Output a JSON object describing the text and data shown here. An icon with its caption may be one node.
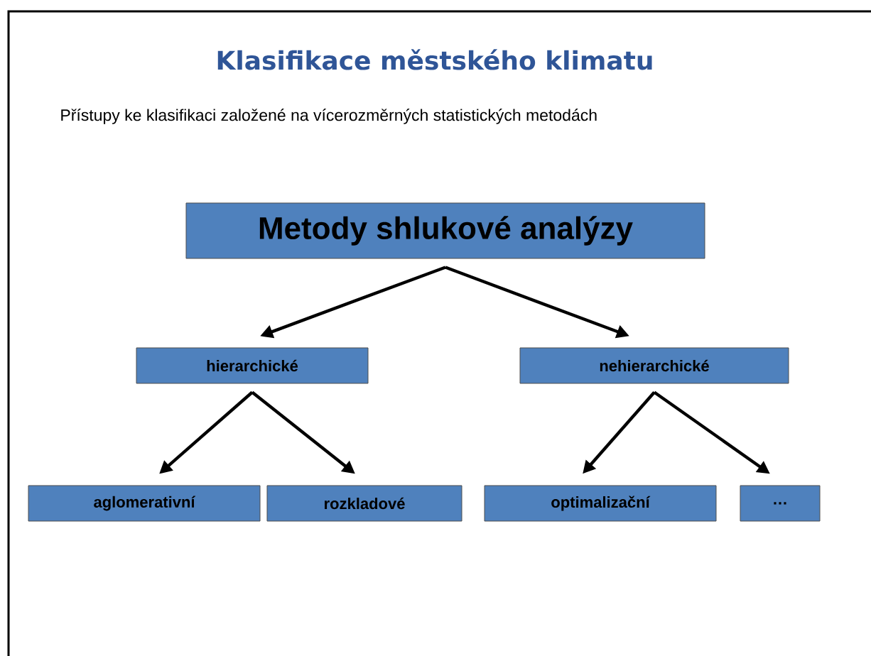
{
  "diagram": {
    "title": "Klasifikace městského klimatu",
    "nodes": [
      {
        "text": [
          "Metody shlukové analýzy"
        ]
      },
      {
        "text": [
          "hierarchické"
        ]
      },
      {
        "text": [
          "nehierarchické"
        ]
      },
      {
        "text": [
          "aglomerativní"
        ]
      },
      {
        "text": [
          "rozkladové"
        ]
      },
      {
        "text": [
          "optimalizační"
        ]
      },
      {
        "text": [
          "…"
        ]
      }
    ],
    "edges": [
      {
        "from": 0,
        "to": 1,
        "arrow": "to"
      },
      {
        "from": 0,
        "to": 2,
        "arrow": "to"
      },
      {
        "from": 1,
        "to": 3,
        "arrow": "to"
      },
      {
        "from": 1,
        "to": 4,
        "arrow": "to"
      },
      {
        "from": 2,
        "to": 5,
        "arrow": "to"
      },
      {
        "from": 2,
        "to": 6,
        "arrow": "to"
      }
    ],
    "labels": [
      "Přístupy ke klasifikaci založené na vícerozměrných statistických metodách"
    ]
  }
}
